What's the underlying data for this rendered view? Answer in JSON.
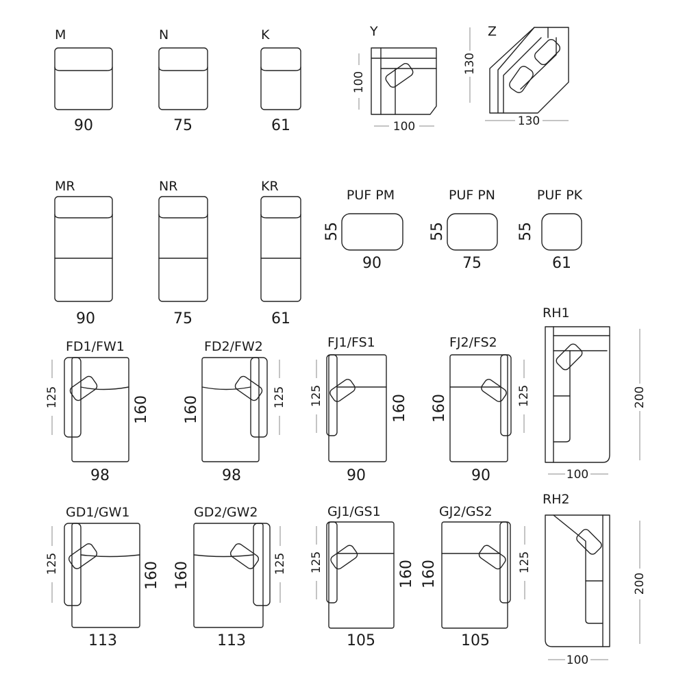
{
  "modules": {
    "m": {
      "code": "M",
      "width": "90"
    },
    "n": {
      "code": "N",
      "width": "75"
    },
    "k": {
      "code": "K",
      "width": "61"
    },
    "y": {
      "code": "Y",
      "width": "100",
      "depth": "100"
    },
    "z": {
      "code": "Z",
      "width": "130",
      "depth": "130"
    },
    "mr": {
      "code": "MR",
      "width": "90"
    },
    "nr": {
      "code": "NR",
      "width": "75"
    },
    "kr": {
      "code": "KR",
      "width": "61"
    },
    "pm": {
      "code": "PUF PM",
      "width": "90",
      "depth": "55"
    },
    "pn": {
      "code": "PUF PN",
      "width": "75",
      "depth": "55"
    },
    "pk": {
      "code": "PUF PK",
      "width": "61",
      "depth": "55"
    },
    "fd1": {
      "code": "FD1/FW1",
      "width": "98",
      "depth_left": "125",
      "depth_right": "160"
    },
    "fd2": {
      "code": "FD2/FW2",
      "width": "98",
      "depth_left": "160",
      "depth_right": "125"
    },
    "fj1": {
      "code": "FJ1/FS1",
      "width": "90",
      "depth_left": "125",
      "depth_right": "160"
    },
    "fj2": {
      "code": "FJ2/FS2",
      "width": "90",
      "depth_left": "160",
      "depth_right": "125"
    },
    "rh1": {
      "code": "RH1",
      "width": "100",
      "depth": "200"
    },
    "gd1": {
      "code": "GD1/GW1",
      "width": "113",
      "depth_left": "125",
      "depth_right": "160"
    },
    "gd2": {
      "code": "GD2/GW2",
      "width": "113",
      "depth_left": "160",
      "depth_right": "125"
    },
    "gj1": {
      "code": "GJ1/GS1",
      "width": "105",
      "depth_left": "125",
      "depth_right": "160",
      "depth_right2": "160"
    },
    "gj2": {
      "code": "GJ2/GS2",
      "width": "105",
      "depth_left": "160",
      "depth_right": "125"
    },
    "rh2": {
      "code": "RH2",
      "width": "100",
      "depth": "200"
    }
  }
}
